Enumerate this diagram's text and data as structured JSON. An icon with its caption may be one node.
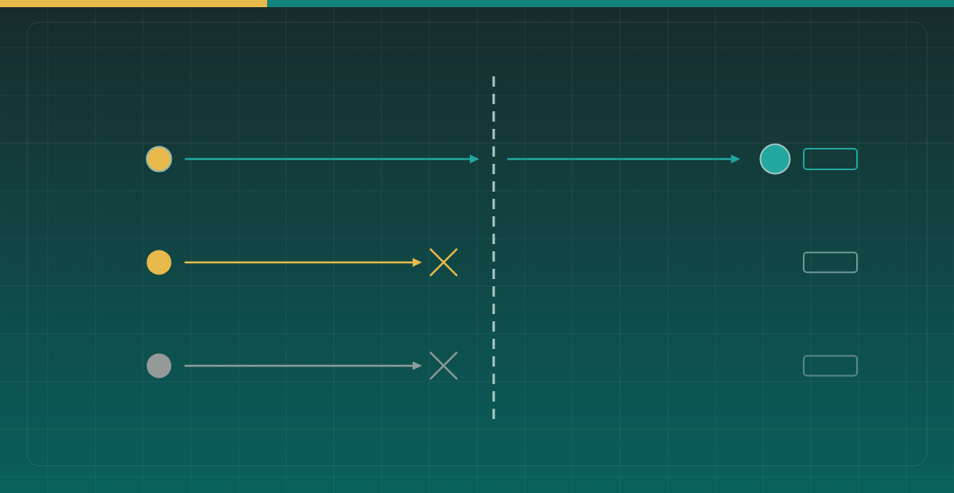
{
  "diagram": {
    "nodes": [
      {
        "text": [],
        "shape": "circle"
      },
      {
        "text": [],
        "shape": "line"
      },
      {
        "text": [],
        "shape": "circle"
      },
      {
        "text": [],
        "shape": "box"
      },
      {
        "text": [],
        "shape": "circle"
      },
      {
        "text": [],
        "shape": "cross"
      },
      {
        "text": [],
        "shape": "box"
      },
      {
        "text": [],
        "shape": "circle"
      },
      {
        "text": [],
        "shape": "cross"
      },
      {
        "text": [],
        "shape": "box"
      }
    ],
    "edges": [
      {
        "from": 0,
        "to": 1,
        "arrow": "to"
      },
      {
        "from": 1,
        "to": 2,
        "arrow": "to"
      },
      {
        "from": 4,
        "to": 5,
        "arrow": "to",
        "color": "#e8b94b"
      },
      {
        "from": 7,
        "to": 8,
        "arrow": "to",
        "color": "#8e9c9a"
      }
    ]
  }
}
